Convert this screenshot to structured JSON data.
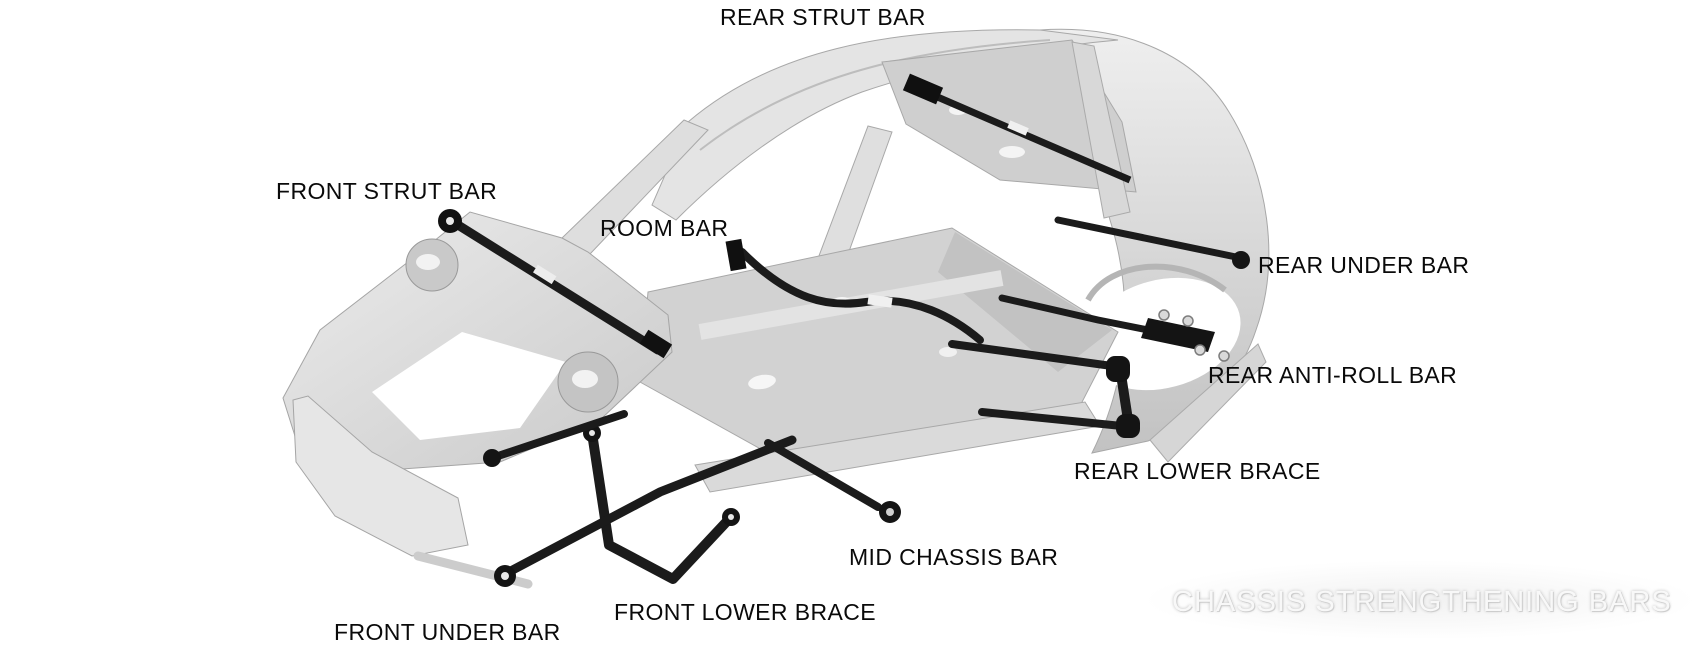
{
  "diagram": {
    "watermark": "CHASSIS STRENGTHENING BARS",
    "labels": {
      "rear_strut_bar": "REAR STRUT BAR",
      "front_strut_bar": "FRONT STRUT BAR",
      "room_bar": "ROOM BAR",
      "rear_under_bar": "REAR UNDER BAR",
      "rear_anti_roll_bar": "REAR ANTI-ROLL BAR",
      "rear_lower_brace": "REAR LOWER BRACE",
      "mid_chassis_bar": "MID CHASSIS BAR",
      "front_lower_brace": "FRONT LOWER BRACE",
      "front_under_bar": "FRONT UNDER BAR"
    },
    "colors": {
      "background": "#ffffff",
      "label_text": "#0a0a0a",
      "watermark_text": "#f8f8f8",
      "watermark_shadow": "#c6c6c6",
      "body_light": "#e6e6e6",
      "body_mid": "#d2d2d2",
      "body_dark": "#bfbfbf",
      "bar_black": "#1b1b1b",
      "bolt_silver": "#d9d9d9"
    }
  }
}
